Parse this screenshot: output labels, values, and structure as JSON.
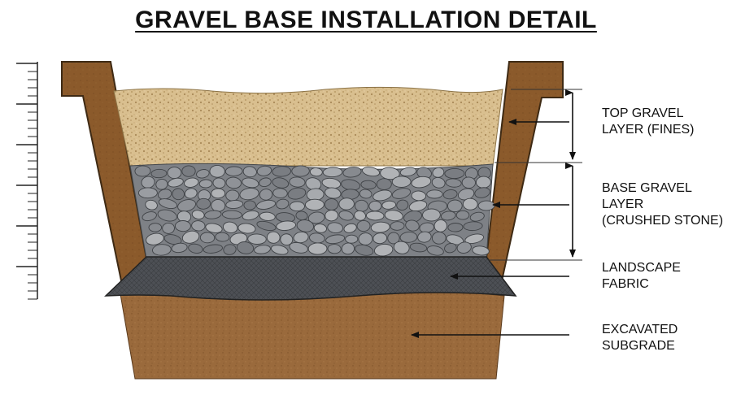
{
  "title": "GRAVEL BASE INSTALLATION DETAIL",
  "labels": {
    "top_gravel": {
      "line1": "TOP GRAVEL",
      "line2": "LAYER (FINES)"
    },
    "base_gravel": {
      "line1": "BASE GRAVEL",
      "line2": "LAYER",
      "line3": "(CRUSHED STONE)"
    },
    "fabric": {
      "line1": "LANDSCAPE",
      "line2": "FABRIC"
    },
    "subgrade": {
      "line1": "EXCAVATED",
      "line2": "SUBGRADE"
    }
  },
  "colors": {
    "soil": "#8B5A2B",
    "soil_dark": "#6E4420",
    "subgrade": "#9A6A3C",
    "fines": "#D9BF8F",
    "stone": "#8E9196",
    "fabric": "#4A4D52"
  }
}
